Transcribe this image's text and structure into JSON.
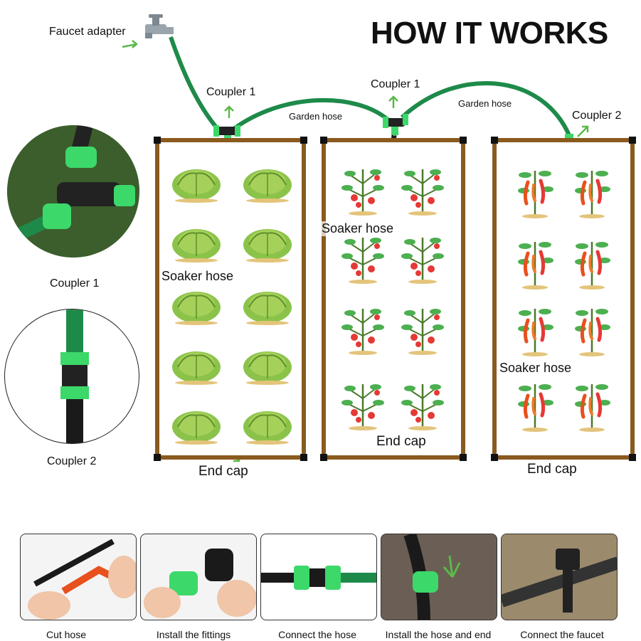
{
  "title": "HOW IT WORKS",
  "labels": {
    "faucet_adapter": "Faucet adapter",
    "coupler1_a": "Coupler 1",
    "coupler1_b": "Coupler 1",
    "coupler2_top": "Coupler 2",
    "garden_hose_a": "Garden hose",
    "garden_hose_b": "Garden hose",
    "soaker_hose_a": "Soaker hose",
    "soaker_hose_b": "Soaker hose",
    "soaker_hose_c": "Soaker hose",
    "end_cap_a": "End cap",
    "end_cap_b": "End cap",
    "end_cap_c": "End cap",
    "coupler1_side": "Coupler 1",
    "coupler2_side": "Coupler 2"
  },
  "steps": [
    {
      "caption": "Cut hose"
    },
    {
      "caption": "Install the fittings"
    },
    {
      "caption": "Connect the hose"
    },
    {
      "caption": "Install the hose and end"
    },
    {
      "caption": "Connect the faucet"
    }
  ],
  "colors": {
    "garden_hose": "#1e8a4a",
    "soaker_hose": "#1a1a2a",
    "bed_frame": "#8a5a1e",
    "fitting_green": "#3cd86a",
    "arrow": "#5cb84a"
  },
  "icons": {
    "faucet": "faucet-icon",
    "lettuce": "lettuce-icon",
    "tomato": "tomato-plant-icon",
    "pepper": "pepper-plant-icon"
  }
}
